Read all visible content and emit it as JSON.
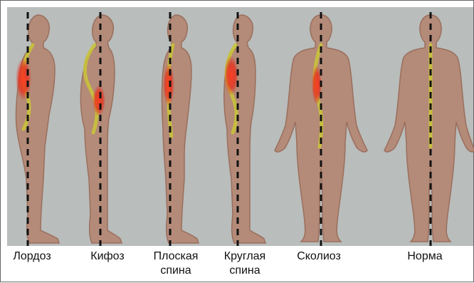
{
  "figures": [
    {
      "id": "lordoz",
      "label": "Лордоз"
    },
    {
      "id": "kifoz",
      "label": "Кифоз"
    },
    {
      "id": "ploskaya",
      "label": "Плоская\nспина"
    },
    {
      "id": "kruglaya",
      "label": "Круглая\nспина"
    },
    {
      "id": "skolioz",
      "label": "Сколиоз"
    },
    {
      "id": "norma",
      "label": "Норма"
    }
  ],
  "colors": {
    "background": "#b9bdbb",
    "body": "#b48a78",
    "body_outline": "#9a6f5e",
    "spine": "#c8c23a",
    "inflammation": "#e4311f",
    "plumb_line": "#111111"
  }
}
